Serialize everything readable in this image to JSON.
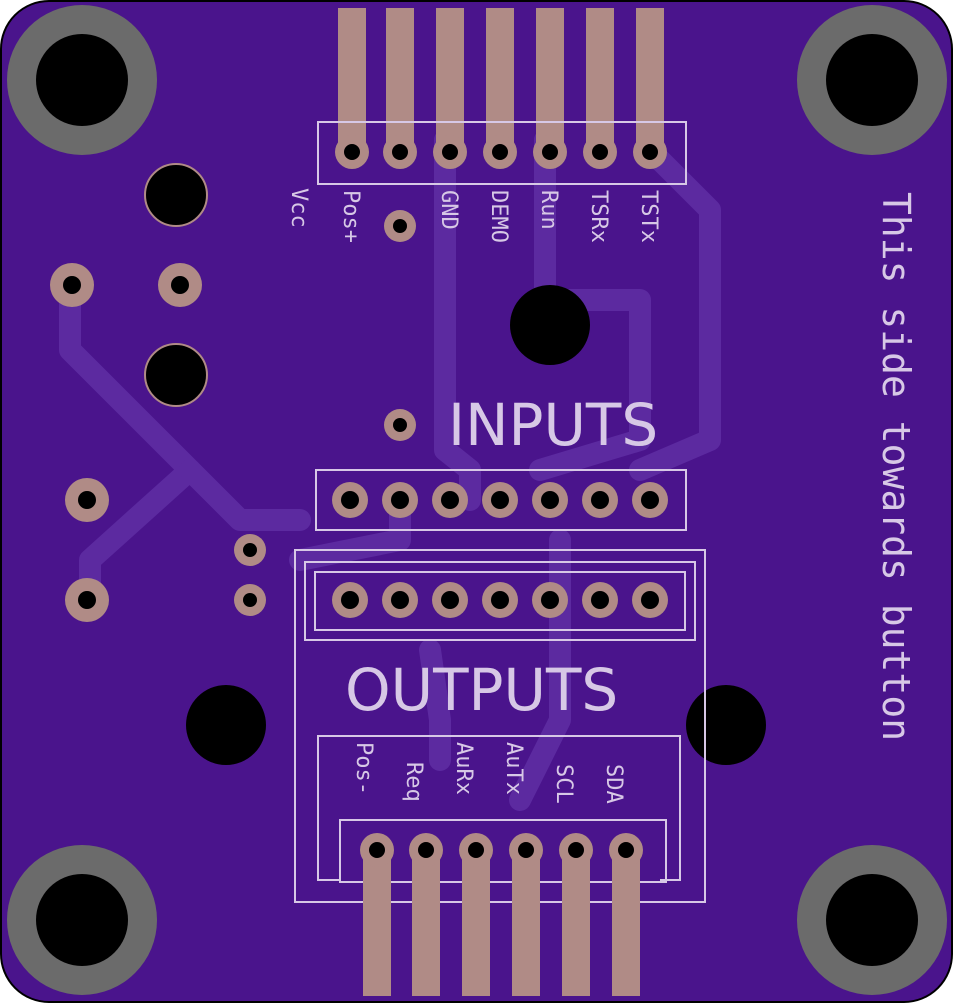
{
  "board": {
    "colors": {
      "substrate": "#4a148c",
      "trace": "#5c2aa0",
      "silkscreen": "#d7c8e6",
      "copper_pad": "#b08b86",
      "hole": "#000000",
      "mount_ring": "#6b6b6b",
      "outline": "#000000"
    }
  },
  "top_header": {
    "pins": [
      "Vcc",
      "Pos+",
      "GND",
      "DEMO",
      "Run",
      "TSRx",
      "TSTx"
    ]
  },
  "labels": {
    "inputs": "INPUTS",
    "outputs": "OUTPUTS",
    "side_note": "This side towards button"
  },
  "bottom_header": {
    "pins": [
      "Pos-",
      "Req",
      "AuRx",
      "AuTx",
      "SCL",
      "SDA"
    ]
  }
}
